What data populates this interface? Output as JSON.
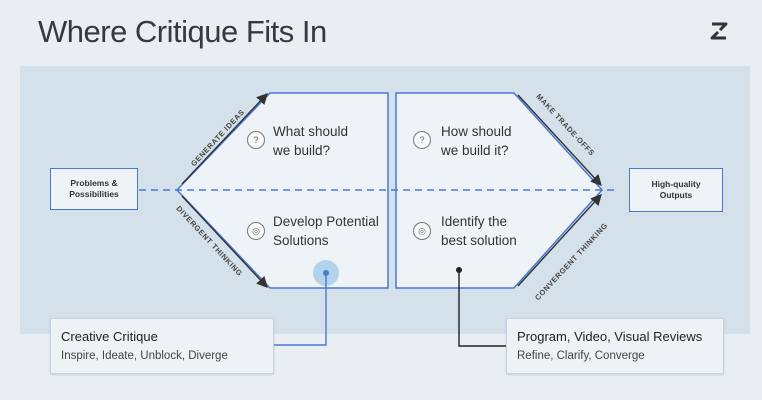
{
  "title": "Where Critique Fits In",
  "boxes": {
    "input": [
      "Problems &",
      "Possibilities"
    ],
    "output": [
      "High-quality",
      "Outputs"
    ]
  },
  "arrow_labels": {
    "generate": "GENERATE IDEAS",
    "divergent": "DIVERGENT THINKING",
    "tradeoffs": "MAKE TRADE-OFFS",
    "convergent": "CONVERGENT THINKING"
  },
  "questions": {
    "what": [
      "What should",
      "we build?"
    ],
    "develop": [
      "Develop Potential",
      "Solutions"
    ],
    "how": [
      "How should",
      "we build it?"
    ],
    "identify": [
      "Identify the",
      "best solution"
    ]
  },
  "cards": {
    "creative": {
      "title": "Creative Critique",
      "sub": "Inspire, Ideate, Unblock, Diverge"
    },
    "program": {
      "title": "Program, Video, Visual Reviews",
      "sub": "Refine, Clarify, Converge"
    }
  },
  "icons": {
    "question": "question-icon",
    "target": "target-icon",
    "logo": "logo-icon"
  },
  "colors": {
    "accent": "#4a78d6",
    "panel": "#d4e0ea",
    "background": "#e8eef1",
    "dot": "#a8cbea"
  }
}
